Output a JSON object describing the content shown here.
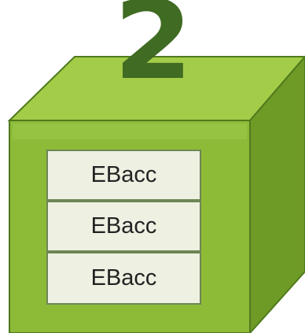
{
  "number_label": "2",
  "slots": [
    {
      "label": "EBacc"
    },
    {
      "label": "EBacc"
    },
    {
      "label": "EBacc"
    }
  ],
  "colors": {
    "cube_front": "#8dbb38",
    "cube_top": "#a3cc49",
    "cube_side": "#6e9a26",
    "cube_edge": "#4f7a1c",
    "number": "#3f6b22",
    "slot_fill": "#eef0e2",
    "slot_border": "#6d8654"
  }
}
